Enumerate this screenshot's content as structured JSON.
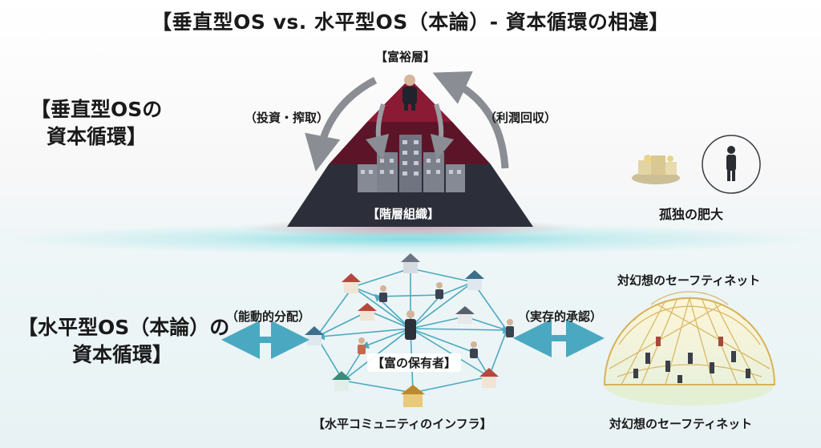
{
  "title": "【垂直型OS vs. 水平型OS（本論）- 資本循環の相違】",
  "vertical": {
    "section_line1": "【垂直型OSの",
    "section_line2": "資本循環】",
    "top_label": "【富裕層】",
    "left_arrow_label": "（投資・搾取）",
    "right_arrow_label": "（利潤回収）",
    "base_label": "【階層組織】",
    "isolation_label": "孤独の肥大"
  },
  "horizontal": {
    "section_line1": "【水平型OS（本論）の",
    "section_line2": "資本循環】",
    "left_arrow_label": "（能動的分配）",
    "right_arrow_label": "（実存的承認）",
    "center_label": "【富の保有者】",
    "bottom_label": "【水平コミュニティのインフラ】",
    "dome_label_top": "対幻想のセーフティネット",
    "dome_label_bottom": "対幻想のセーフティネット"
  },
  "colors": {
    "pyramid_top": "#8b1a35",
    "pyramid_mid": "#5c1528",
    "pyramid_base": "#2c2f3a",
    "teal": "#2aa0b3",
    "arrow_gray": "#8a8d93"
  }
}
